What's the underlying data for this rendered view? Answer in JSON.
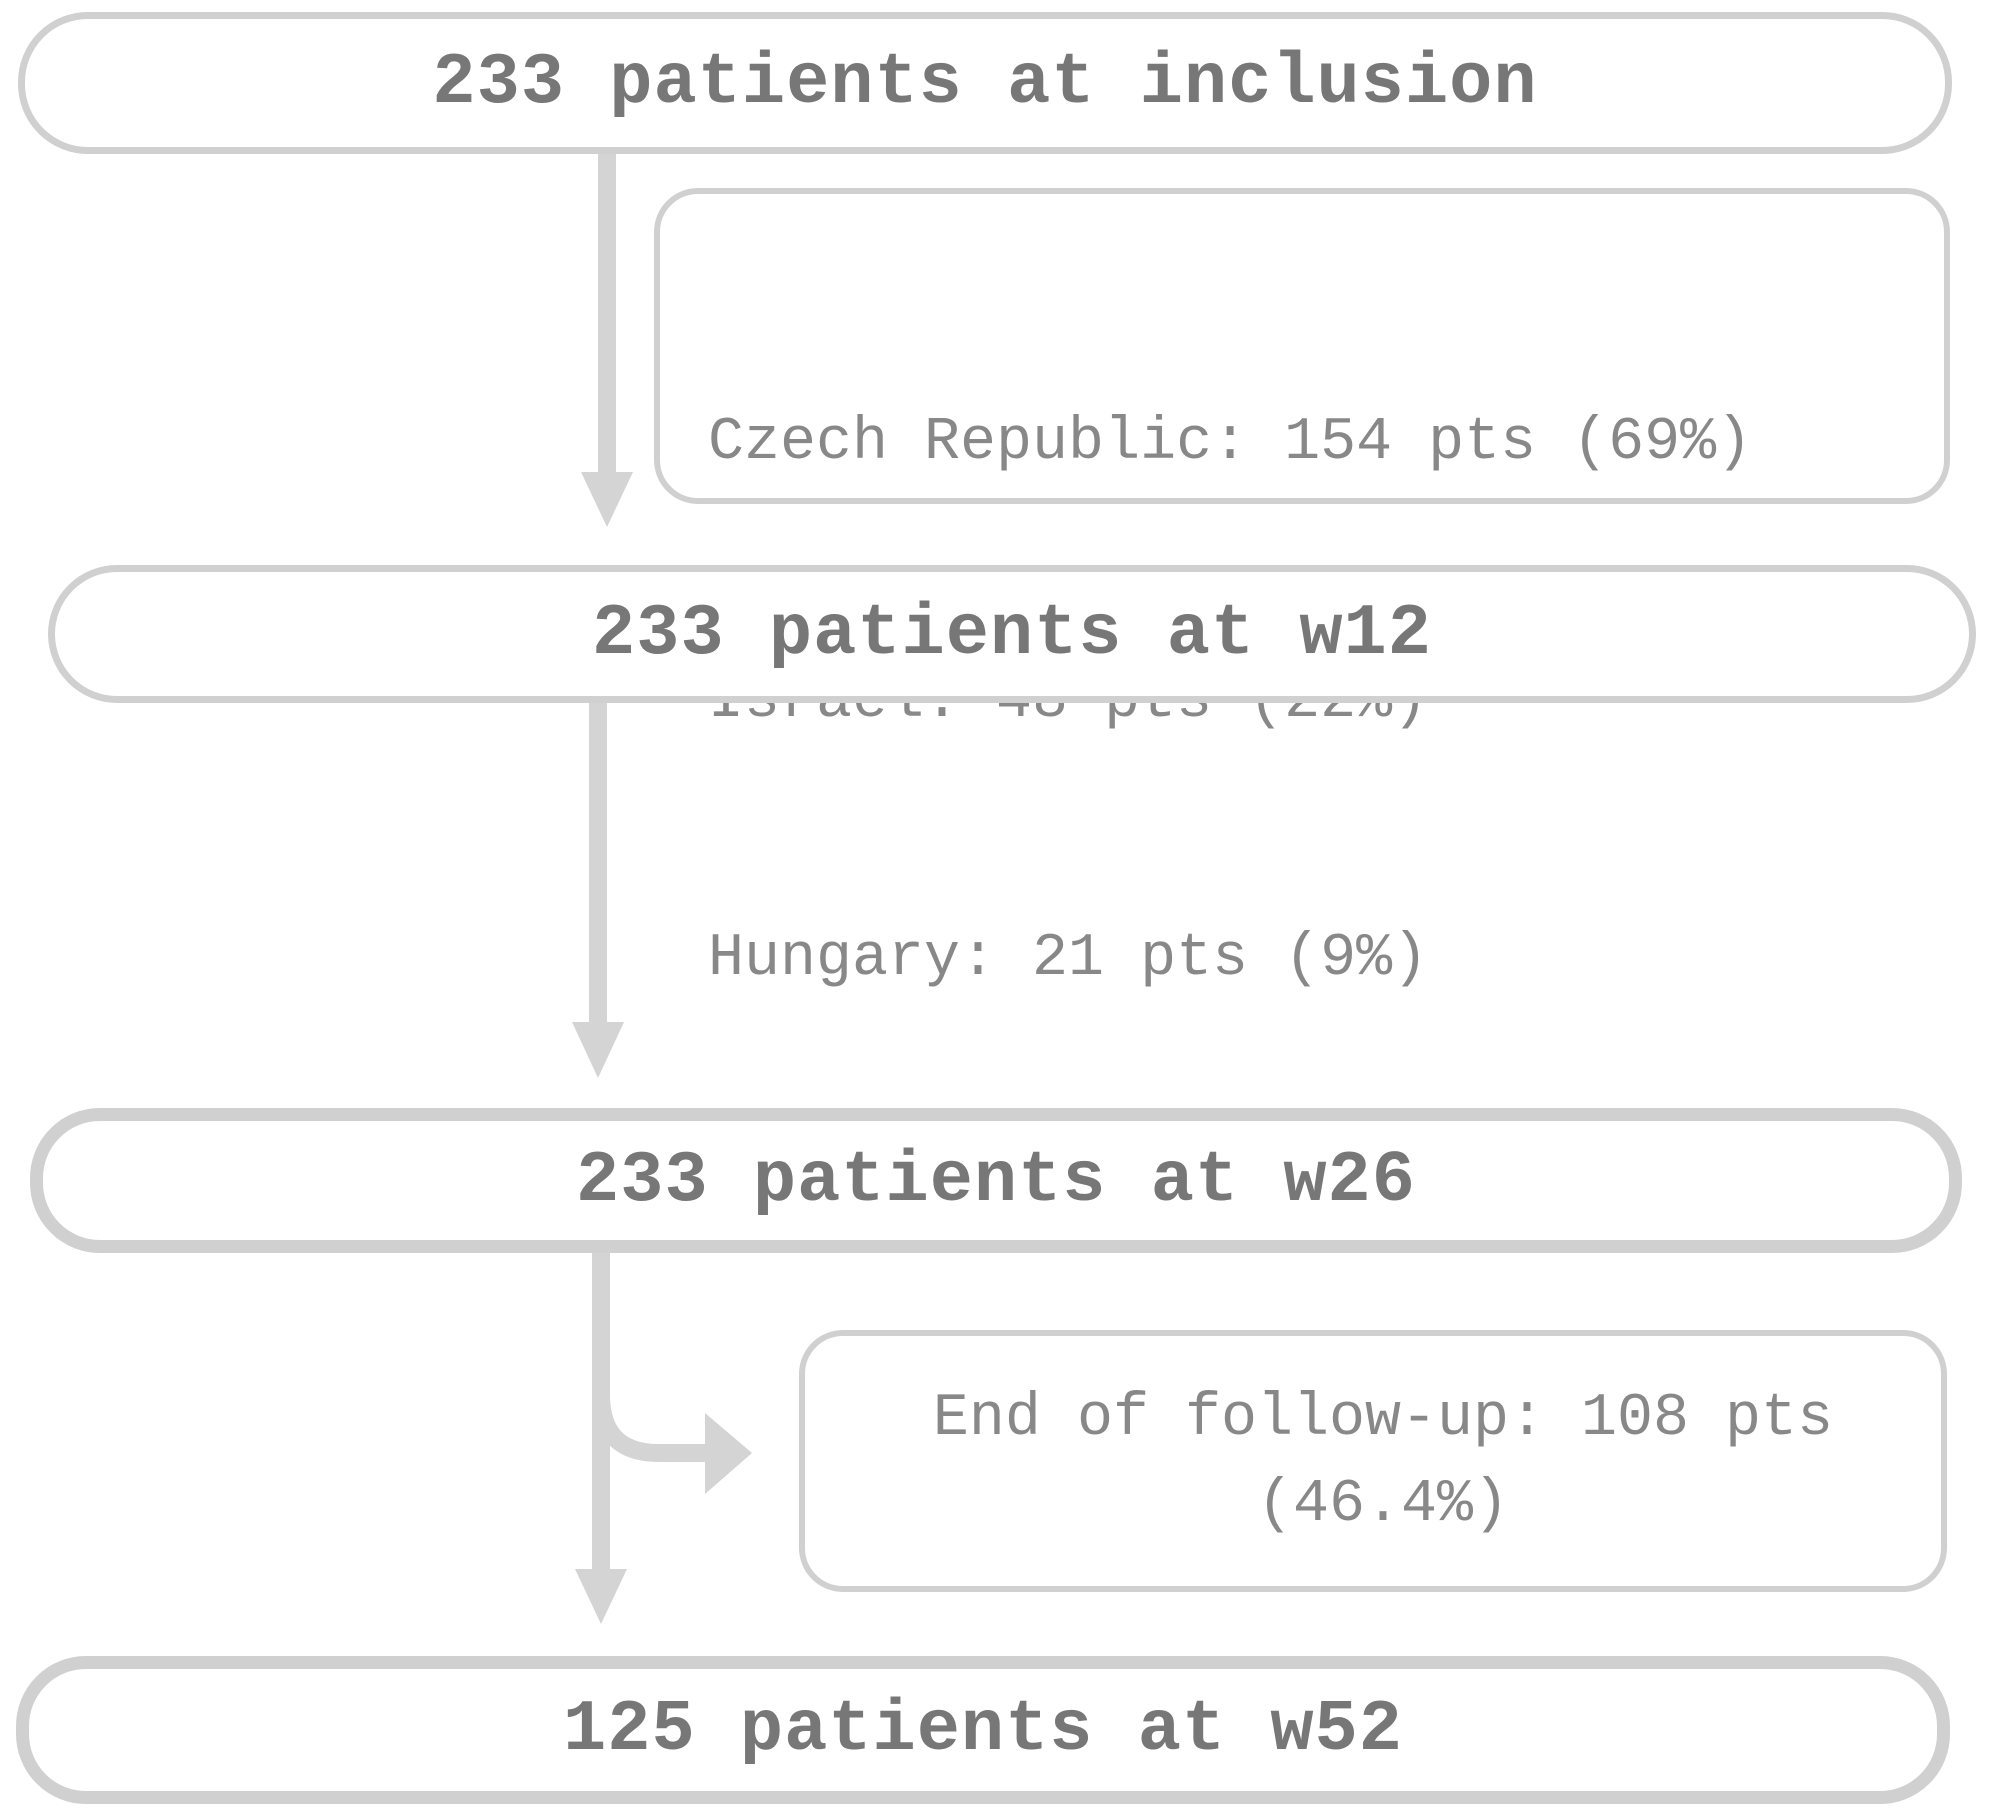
{
  "flow": {
    "inclusion": "233 patients at inclusion",
    "w12": "233 patients at w12",
    "w26": "233 patients at w26",
    "w52": "125 patients at w52"
  },
  "countries": [
    "Czech Republic: 154 pts (69%)",
    "Israel: 48 pts (22%)",
    "Hungary: 21 pts (9%)"
  ],
  "follow_up": "End of follow-up: 108 pts (46.4%)",
  "colors": {
    "border": "#d0d0d0",
    "arrow": "#d4d4d4",
    "title_text": "#777777",
    "detail_text": "#888888"
  }
}
